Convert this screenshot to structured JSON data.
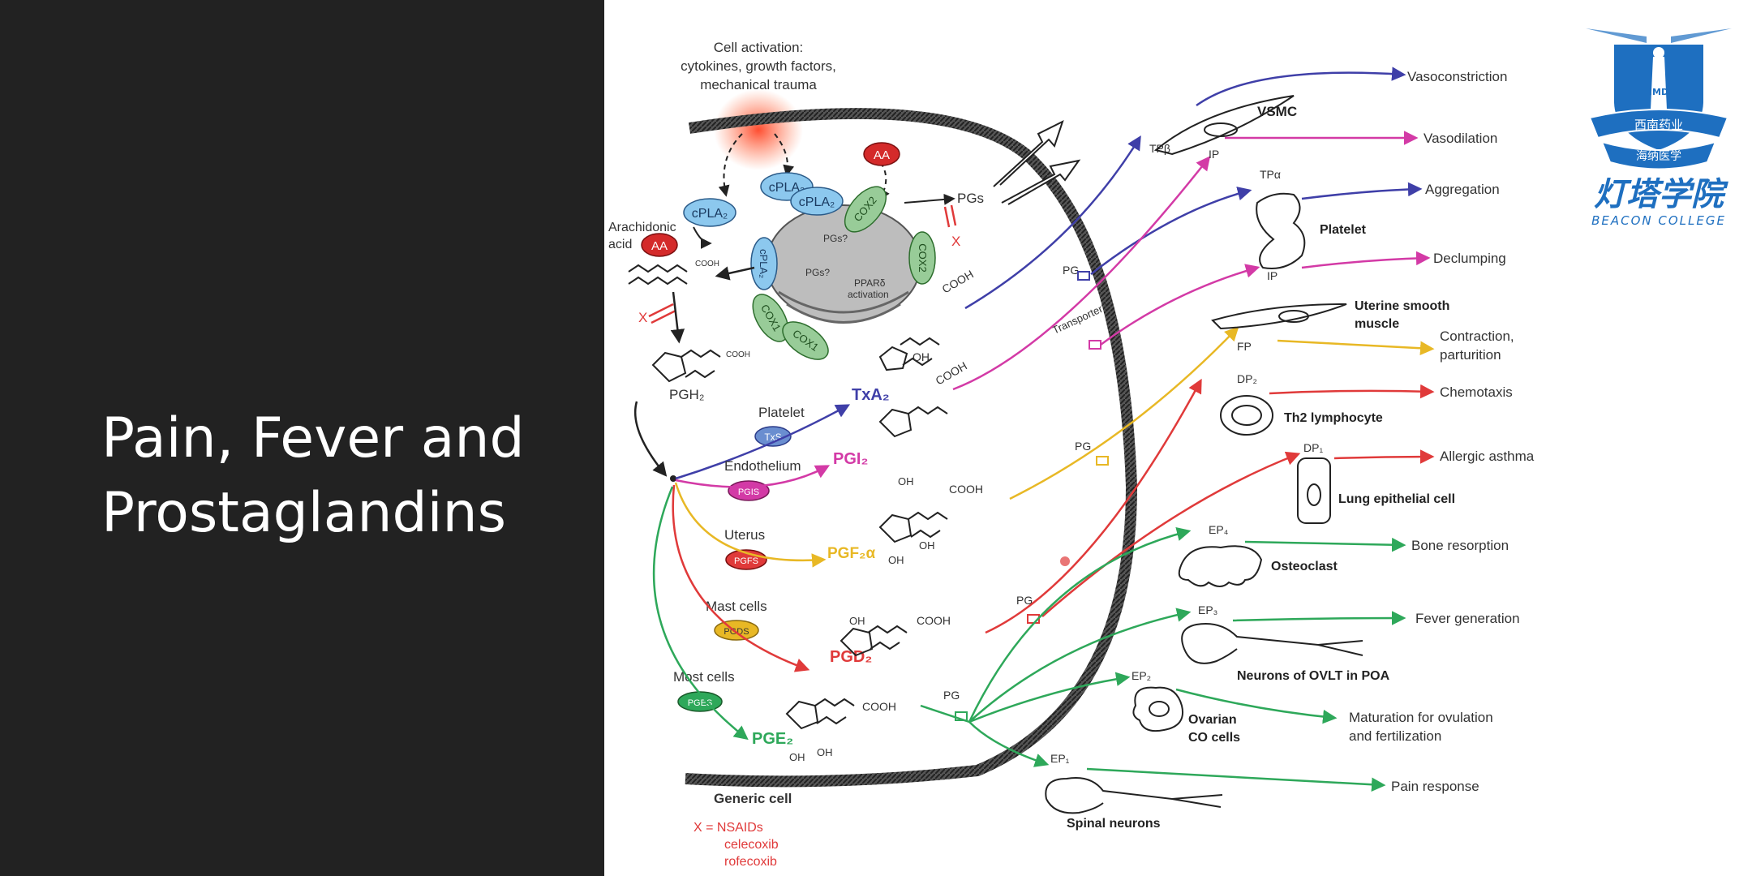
{
  "slide": {
    "title_lines": [
      "Pain, Fever and",
      "Prostaglandins"
    ]
  },
  "colors": {
    "left_panel": "#222222",
    "txa2_path": "#3f3fa8",
    "pgi2_path": "#d33aa6",
    "pgf2a_path": "#e8b825",
    "pgd2_path": "#e03a3a",
    "pge2_path": "#2ea85a",
    "cpla2_fill": "#8cc8ee",
    "cox_fill": "#98cc98",
    "aa_fill": "#d42a2a",
    "logo_blue": "#1e6fc0"
  },
  "diagram": {
    "cell_activation": [
      "Cell activation:",
      "cytokines, growth factors,",
      "mechanical trauma"
    ],
    "enzymes": {
      "cpla2": "cPLA₂",
      "aa": "AA",
      "cox1": "COX1",
      "cox2": "COX2",
      "txs": "TxS",
      "pgis": "PGIS",
      "pgfs": "PGFS",
      "pgds": "PGDS",
      "pges": "PGES"
    },
    "nucleus": {
      "pgs_q": "PGs?",
      "ppar": "PPARδ",
      "activation": "activation"
    },
    "arachidonic_acid": [
      "Arachidonic",
      "acid"
    ],
    "cooh": "COOH",
    "oh": "OH",
    "pgh2": "PGH₂",
    "pgs": "PGs",
    "pg": "PG",
    "transporter": "Transporter?",
    "x_mark": "X",
    "sources": {
      "platelet": "Platelet",
      "endothelium": "Endothelium",
      "uterus": "Uterus",
      "mast_cells": "Mast cells",
      "most_cells": "Most cells"
    },
    "products": {
      "txa2": "TxA₂",
      "pgi2": "PGI₂",
      "pgf2a": "PGF₂α",
      "pgd2": "PGD₂",
      "pge2": "PGE₂"
    },
    "generic_cell": "Generic cell",
    "nsaids": [
      "X = NSAIDs",
      "celecoxib",
      "rofecoxib"
    ],
    "receptors": {
      "tp_beta": "TPβ",
      "ip": "IP",
      "tp_alpha": "TPα",
      "fp": "FP",
      "dp2": "DP₂",
      "dp1": "DP₁",
      "ep4": "EP₄",
      "ep3": "EP₃",
      "ep2": "EP₂",
      "ep1": "EP₁"
    },
    "targets": {
      "vsmc": "VSMC",
      "platelet": "Platelet",
      "uterine": [
        "Uterine smooth",
        "muscle"
      ],
      "th2": "Th2  lymphocyte",
      "lung": "Lung epithelial cell",
      "osteoclast": "Osteoclast",
      "ovlt": "Neurons of OVLT in POA",
      "ovarian": [
        "Ovarian",
        "CO cells"
      ],
      "spinal": "Spinal neurons"
    },
    "responses": {
      "vasoconstriction": "Vasoconstriction",
      "vasodilation": "Vasodilation",
      "aggregation": "Aggregation",
      "declumping": "Declumping",
      "contraction": [
        "Contraction,",
        "parturition"
      ],
      "chemotaxis": "Chemotaxis",
      "asthma": "Allergic asthma",
      "bone": "Bone resorption",
      "fever": "Fever generation",
      "maturation": [
        "Maturation for ovulation",
        "and fertilization"
      ],
      "pain": "Pain response"
    }
  },
  "logo": {
    "ribbon_top": "西南药业",
    "ribbon_bottom": "海纳医学",
    "badge_text": "IMD",
    "name_cn": "灯塔学院",
    "name_en": "BEACON COLLEGE"
  }
}
